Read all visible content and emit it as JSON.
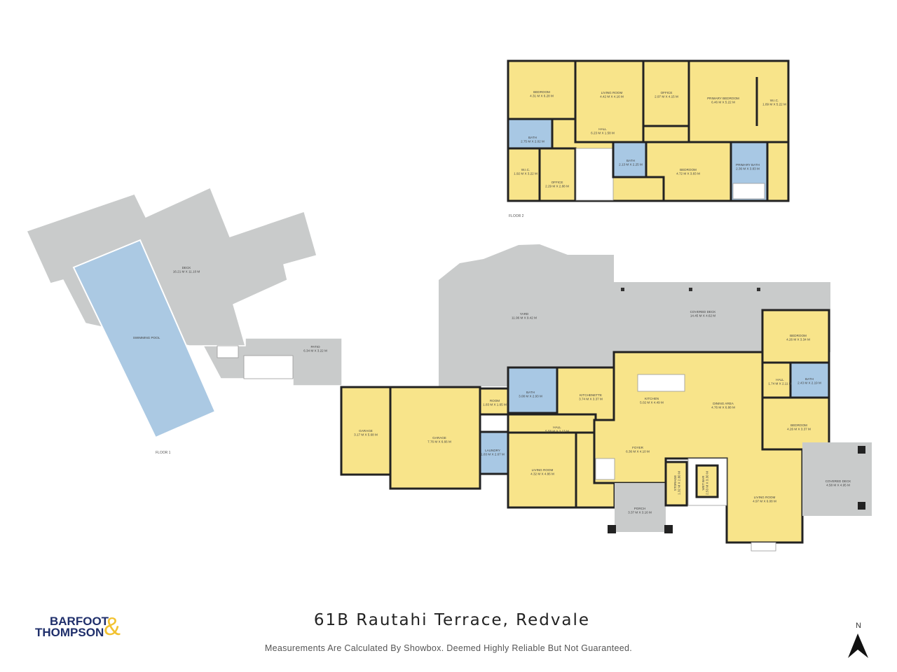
{
  "floor2": {
    "label": "FLOOR 2",
    "rooms": [
      {
        "name": "BEDROOM",
        "size": "4.31 M X 6.28 M"
      },
      {
        "name": "BATH",
        "size": "2.75 M X 2.02 M"
      },
      {
        "name": "W.I.C.",
        "size": "1.92 M X 3.22 M"
      },
      {
        "name": "OFFICE",
        "size": "2.29 M X 2.88 M"
      },
      {
        "name": "LIVING ROOM",
        "size": "4.42 M X 4.16 M"
      },
      {
        "name": "HALL",
        "size": "6.23 M X 1.58 M"
      },
      {
        "name": "BATH",
        "size": "2.13 M X 2.25 M"
      },
      {
        "name": "OFFICE",
        "size": "2.97 M X 4.15 M"
      },
      {
        "name": "PRIMARY BEDROOM",
        "size": "6.46 M X 5.22 M"
      },
      {
        "name": "W.I.C.",
        "size": "1.89 M X 5.22 M"
      },
      {
        "name": "BEDROOM",
        "size": "4.72 M X 3.83 M"
      },
      {
        "name": "PRIMARY BATH",
        "size": "2.36 M X 3.83 M"
      }
    ]
  },
  "floor1": {
    "label": "FLOOR 1",
    "rooms": [
      {
        "name": "DECK",
        "size": "16.21 M X 11.10 M"
      },
      {
        "name": "SWIMMING POOL",
        "size": ""
      },
      {
        "name": "PATIO",
        "size": "6.34 M X 3.22 M"
      },
      {
        "name": "YARD",
        "size": "11.96 M X 9.42 M"
      },
      {
        "name": "COVERED DECK",
        "size": "14.45 M X 4.62 M"
      },
      {
        "name": "GARAGE",
        "size": "3.17 M X 5.68 M"
      },
      {
        "name": "GARAGE",
        "size": "7.76 M X 6.66 M"
      },
      {
        "name": "ROOM",
        "size": "1.83 M X 1.65 M"
      },
      {
        "name": "LAUNDRY",
        "size": "1.83 M X 2.67 M"
      },
      {
        "name": "BATH",
        "size": "3.08 M X 2.93 M"
      },
      {
        "name": "KITCHENETTE",
        "size": "3.74 M X 3.37 M"
      },
      {
        "name": "HALL",
        "size": "5.58 M X 2.13 M"
      },
      {
        "name": "LIVING ROOM",
        "size": "4.32 M X 4.86 M"
      },
      {
        "name": "KITCHEN",
        "size": "5.02 M X 4.49 M"
      },
      {
        "name": "DINING AREA",
        "size": "4.76 M X 6.88 M"
      },
      {
        "name": "FOYER",
        "size": "6.36 M X 4.10 M"
      },
      {
        "name": "PORCH",
        "size": "3.37 M X 3.16 M"
      },
      {
        "name": "STORAGE",
        "size": "1.32 M X 2.80 M"
      },
      {
        "name": "WET BAR",
        "size": "2.53 M X 3.30 M"
      },
      {
        "name": "LIVING ROOM",
        "size": "4.97 M X 6.08 M"
      },
      {
        "name": "BEDROOM",
        "size": "4.26 M X 3.34 M"
      },
      {
        "name": "HALL",
        "size": "1.74 M X 2.11 M"
      },
      {
        "name": "BATH",
        "size": "2.43 M X 2.19 M"
      },
      {
        "name": "BEDROOM",
        "size": "4.26 M X 3.37 M"
      },
      {
        "name": "COVERED DECK",
        "size": "4.58 M X 4.95 M"
      }
    ]
  },
  "footer": {
    "title": "61B Rautahi Terrace, Redvale",
    "subtitle": "Measurements Are Calculated By Showbox. Deemed Highly Reliable But Not Guaranteed.",
    "logo_line1": "BARFOOT",
    "logo_line2": "THOMPSON",
    "logo_amp": "&",
    "north": "N"
  },
  "colors": {
    "room": "#f8e48a",
    "wet_room": "#a8c8e4",
    "outdoor": "#c9cbcb",
    "wall": "#222222",
    "logo_blue": "#1f2f6b",
    "logo_gold": "#f2c230"
  }
}
